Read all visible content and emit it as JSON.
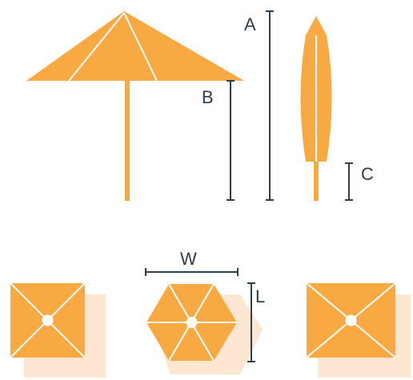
{
  "colors": {
    "umbrella": "#F9A942",
    "shadow": "#FDE6D2",
    "rib": "#FFFFFF",
    "dimension_line": "#2F3E4C",
    "background": "#FFFFFF"
  },
  "labels": {
    "a": "A",
    "b": "B",
    "c": "C",
    "w": "W",
    "l": "L"
  },
  "views": [
    {
      "name": "open-umbrella-side",
      "shape": "umbrella"
    },
    {
      "name": "closed-umbrella-side",
      "shape": "closed-umbrella"
    },
    {
      "name": "square-canopy-top",
      "shape": "square"
    },
    {
      "name": "hexagonal-canopy-top",
      "shape": "hexagon"
    },
    {
      "name": "rectangular-canopy-top",
      "shape": "rectangle"
    }
  ]
}
